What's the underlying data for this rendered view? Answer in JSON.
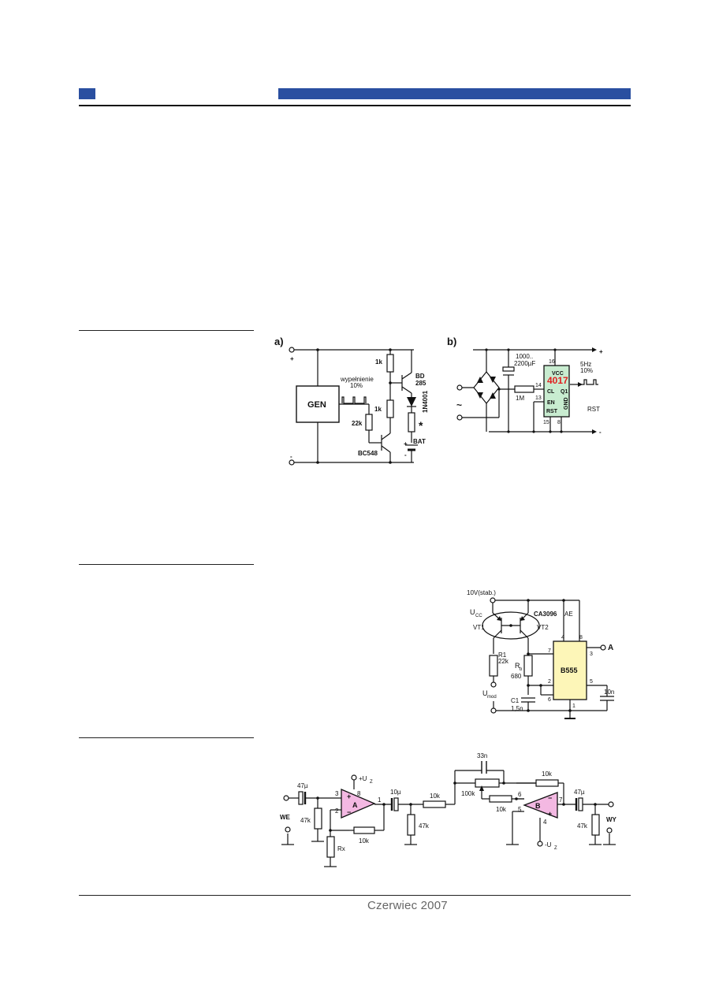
{
  "colors": {
    "header_blue": "#2a4fa0",
    "ic_green": "#c8ecd0",
    "ic_yellow": "#fdf6b8",
    "opamp_pink": "#f3b8e2",
    "ic_red": "#e02020"
  },
  "circuit_a": {
    "panel": "a)",
    "plus": "+",
    "minus": "-",
    "gen": "GEN",
    "duty_label": "wypełnienie",
    "duty_value": "10%",
    "r_top": "1k",
    "r_mid": "1k",
    "r_base": "22k",
    "q_driver": "BC548",
    "q_power_1": "BD",
    "q_power_2": "285",
    "diode": "1N4001",
    "star": "*",
    "battery": "BAT",
    "bat_plus": "+",
    "bat_minus": "-"
  },
  "circuit_b": {
    "panel": "b)",
    "plus": "+",
    "minus": "-",
    "ac": "~",
    "cap_1": "1000..",
    "cap_2": "2200µF",
    "resistor": "1M",
    "ic_name": "4017",
    "pins": {
      "vcc": "VCC",
      "cl": "CL",
      "q1": "Q1",
      "en": "EN",
      "rst": "RST",
      "gnd": "GND"
    },
    "pin_numbers": {
      "p16": "16",
      "p14": "14",
      "p13": "13",
      "p15": "15",
      "p8": "8"
    },
    "out_freq": "5Hz",
    "out_duty": "10%",
    "rst_label": "RST"
  },
  "circuit_c": {
    "supply": "10V(stab.)",
    "ucc": "U",
    "ucc_sub": "CC",
    "array": "CA3096",
    "ae": "AE",
    "vt1": "VT1",
    "vt2": "VT2",
    "r1": "R1",
    "r1_val": "22k",
    "rb": "R",
    "rb_sub": "b",
    "rb_val": "680",
    "umod": "U",
    "umod_sub": "mod",
    "c1": "C1",
    "c1_val": "1,5n",
    "ic": "B555",
    "out": "A",
    "cap": "10n",
    "pins": {
      "p4": "4",
      "p8": "8",
      "p7": "7",
      "p3": "3",
      "p2": "2",
      "p6": "6",
      "p5": "5",
      "p1": "1"
    }
  },
  "circuit_d": {
    "we": "WE",
    "wy": "WY",
    "c_in": "47µ",
    "c_mid": "10µ",
    "c_out": "47µ",
    "r_in": "47k",
    "r_mid": "47k",
    "r_out": "47k",
    "rx": "Rx",
    "uz_plus": "+U",
    "uz_minus": "-U",
    "uz_sub": "Z",
    "r_fb_a": "10k",
    "r_series": "10k",
    "r_fb_top": "10k",
    "r_in_b": "10k",
    "pot": "100k",
    "cap_fb": "33n",
    "amp_a": "A",
    "amp_b": "B",
    "pins_a": {
      "p3": "3",
      "p8": "8",
      "p2": "2",
      "p1": "1"
    },
    "pins_b": {
      "p6": "6",
      "p5": "5",
      "p7": "7",
      "p4": "4"
    }
  },
  "footer": {
    "text": "Czerwiec 2007"
  }
}
